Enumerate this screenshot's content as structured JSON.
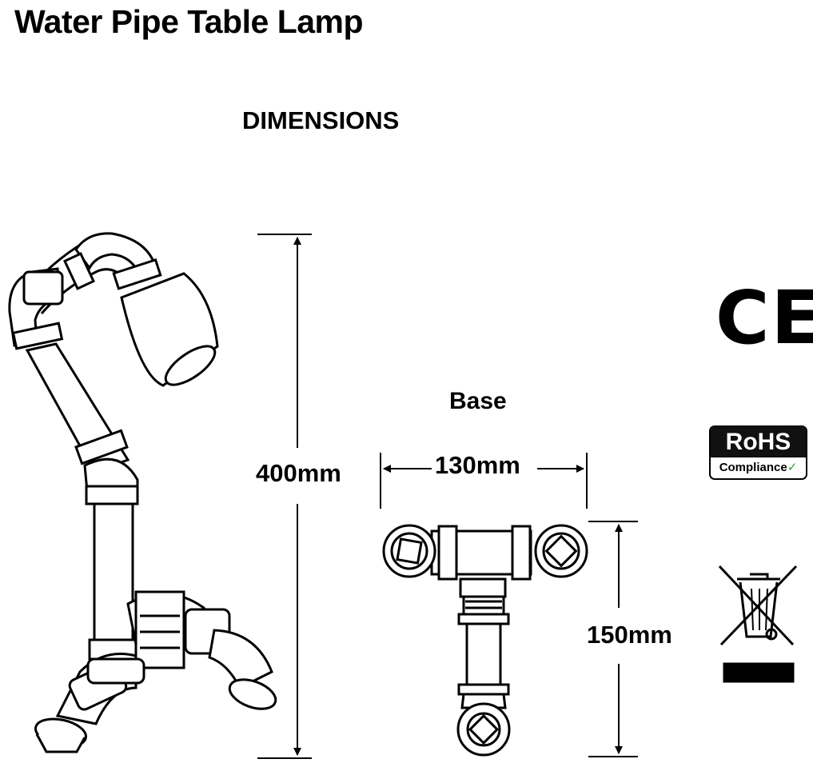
{
  "title": "Water Pipe Table Lamp",
  "heading": "DIMENSIONS",
  "base_label": "Base",
  "dimensions": {
    "height": "400mm",
    "base_width": "130mm",
    "base_depth": "150mm"
  },
  "certifications": {
    "ce": "CE",
    "rohs_top": "RoHS",
    "rohs_bottom": "Compliance",
    "rohs_check": "✓",
    "weee": "crossed-out-wheelie-bin-icon"
  }
}
